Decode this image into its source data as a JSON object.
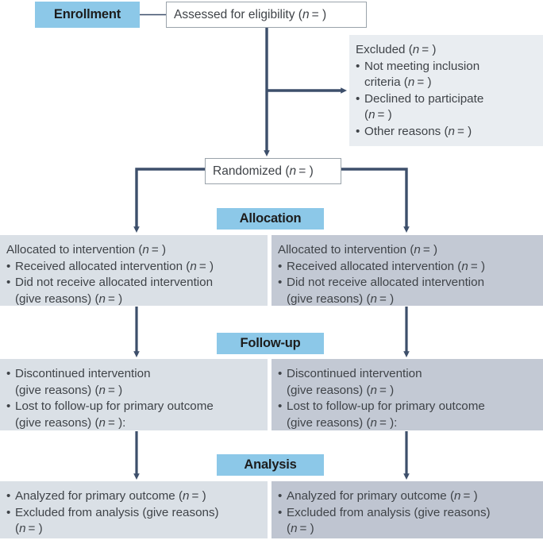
{
  "title": "CONSORT participant flow diagram",
  "colors": {
    "stage_badge_bg": "#8cc8e8",
    "connector": "#3d4f6b",
    "panel_light": "#e9edf1",
    "panel_mid": "#dae0e6",
    "panel_dark": "#c3c9d4",
    "box_border": "#9aa3ab",
    "text": "#3f4348",
    "page_bg": "#ffffff"
  },
  "stages": {
    "enrollment": "Enrollment",
    "allocation": "Allocation",
    "followup": "Follow-up",
    "analysis": "Analysis"
  },
  "enrollment": {
    "assessed": "Assessed for eligibility (n = )",
    "excluded": {
      "heading": "Excluded (n = )",
      "items": [
        {
          "line1": "Not meeting inclusion",
          "line2": "criteria (n = )"
        },
        {
          "line1": "Declined to participate",
          "line2": "(n = )"
        },
        {
          "line1": "Other reasons (n = )",
          "line2": ""
        }
      ]
    },
    "randomized": "Randomized (n = )"
  },
  "allocation": {
    "left": {
      "lead": "Allocated to intervention (n = )",
      "items": [
        {
          "line1": "Received allocated intervention (n = )",
          "line2": ""
        },
        {
          "line1": "Did not receive allocated intervention",
          "line2": "(give reasons) (n = )"
        }
      ]
    },
    "right": {
      "lead": "Allocated to intervention (n = )",
      "items": [
        {
          "line1": "Received allocated intervention (n = )",
          "line2": ""
        },
        {
          "line1": "Did not receive allocated intervention",
          "line2": "(give reasons) (n = )"
        }
      ]
    }
  },
  "followup": {
    "left": {
      "items": [
        {
          "line1": "Discontinued intervention",
          "line2": "(give reasons) (n = )"
        },
        {
          "line1": "Lost to follow-up for primary outcome",
          "line2": "(give reasons) (n = ):"
        }
      ]
    },
    "right": {
      "items": [
        {
          "line1": "Discontinued intervention",
          "line2": "(give reasons) (n = )"
        },
        {
          "line1": "Lost to follow-up for primary outcome",
          "line2": "(give reasons) (n = ):"
        }
      ]
    }
  },
  "analysis": {
    "left": {
      "items": [
        {
          "line1": "Analyzed for primary outcome (n = )",
          "line2": ""
        },
        {
          "line1": "Excluded from analysis (give reasons)",
          "line2": "(n = )"
        }
      ]
    },
    "right": {
      "items": [
        {
          "line1": "Analyzed for primary outcome (n = )",
          "line2": ""
        },
        {
          "line1": "Excluded from analysis (give reasons)",
          "line2": "(n = )"
        }
      ]
    }
  }
}
